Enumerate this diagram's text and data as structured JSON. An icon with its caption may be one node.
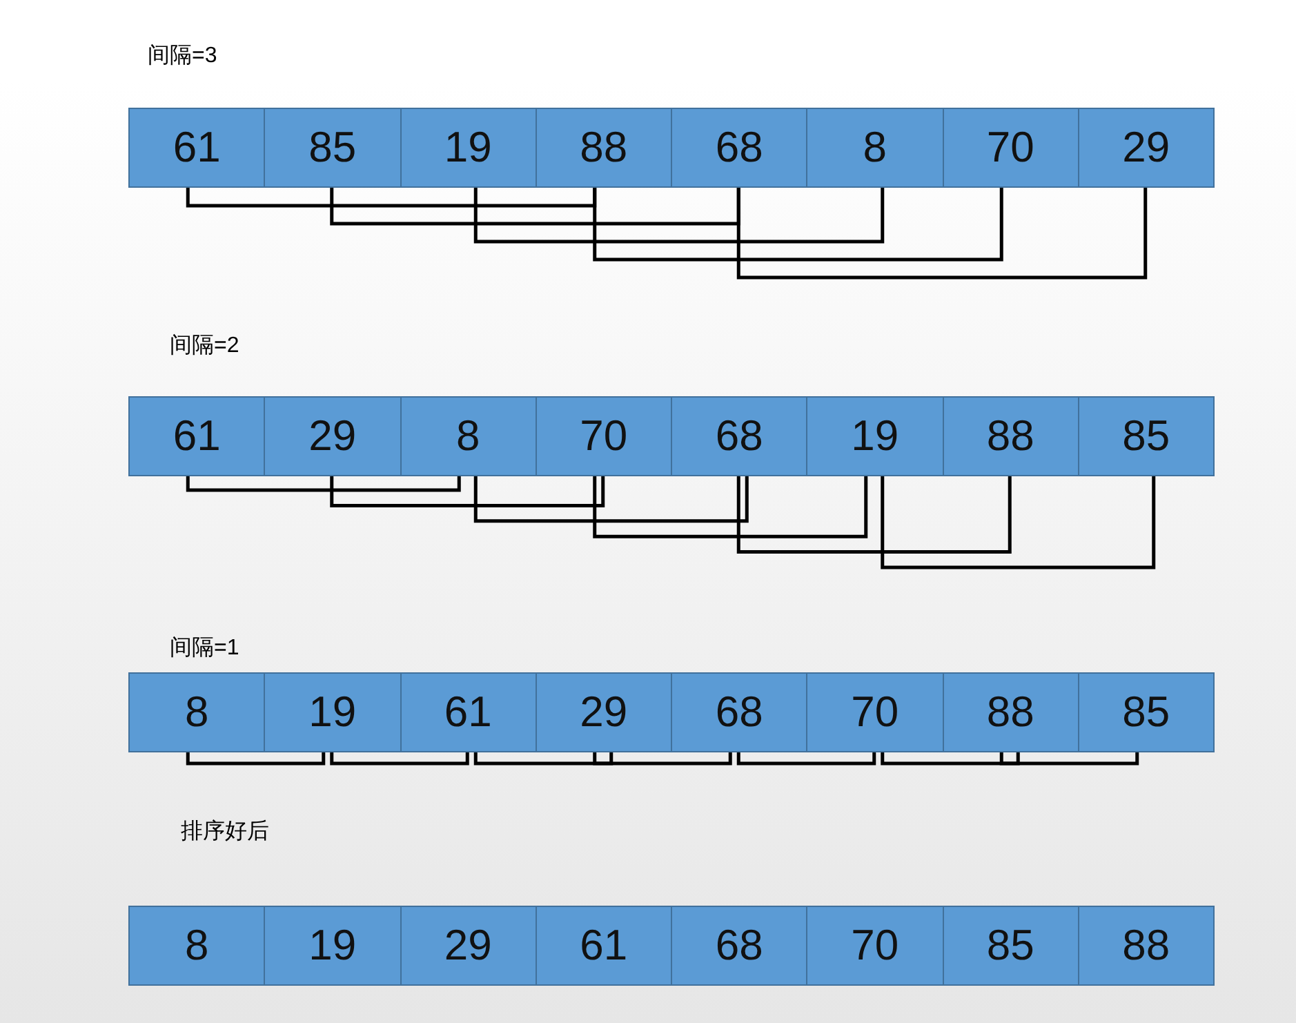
{
  "diagram": {
    "nodes": [
      {
        "text": [
          "61"
        ]
      },
      {
        "text": [
          "85"
        ]
      },
      {
        "text": [
          "19"
        ]
      },
      {
        "text": [
          "88"
        ]
      },
      {
        "text": [
          "68"
        ]
      },
      {
        "text": [
          "8"
        ]
      },
      {
        "text": [
          "70"
        ]
      },
      {
        "text": [
          "29"
        ]
      },
      {
        "text": [
          "61"
        ]
      },
      {
        "text": [
          "29"
        ]
      },
      {
        "text": [
          "8"
        ]
      },
      {
        "text": [
          "70"
        ]
      },
      {
        "text": [
          "68"
        ]
      },
      {
        "text": [
          "19"
        ]
      },
      {
        "text": [
          "88"
        ]
      },
      {
        "text": [
          "85"
        ]
      },
      {
        "text": [
          "8"
        ]
      },
      {
        "text": [
          "19"
        ]
      },
      {
        "text": [
          "61"
        ]
      },
      {
        "text": [
          "29"
        ]
      },
      {
        "text": [
          "68"
        ]
      },
      {
        "text": [
          "70"
        ]
      },
      {
        "text": [
          "88"
        ]
      },
      {
        "text": [
          "85"
        ]
      },
      {
        "text": [
          "8"
        ]
      },
      {
        "text": [
          "19"
        ]
      },
      {
        "text": [
          "29"
        ]
      },
      {
        "text": [
          "61"
        ]
      },
      {
        "text": [
          "68"
        ]
      },
      {
        "text": [
          "70"
        ]
      },
      {
        "text": [
          "85"
        ]
      },
      {
        "text": [
          "88"
        ]
      }
    ],
    "edges": [
      {
        "from": 0,
        "to": 3,
        "arrow": "none"
      },
      {
        "from": 1,
        "to": 4,
        "arrow": "none"
      },
      {
        "from": 2,
        "to": 5,
        "arrow": "none"
      },
      {
        "from": 3,
        "to": 6,
        "arrow": "none"
      },
      {
        "from": 4,
        "to": 7,
        "arrow": "none"
      },
      {
        "from": 8,
        "to": 10,
        "arrow": "none"
      },
      {
        "from": 9,
        "to": 11,
        "arrow": "none"
      },
      {
        "from": 10,
        "to": 12,
        "arrow": "none"
      },
      {
        "from": 11,
        "to": 13,
        "arrow": "none"
      },
      {
        "from": 12,
        "to": 14,
        "arrow": "none"
      },
      {
        "from": 13,
        "to": 15,
        "arrow": "none"
      },
      {
        "from": 16,
        "to": 17,
        "arrow": "none"
      },
      {
        "from": 17,
        "to": 18,
        "arrow": "none"
      },
      {
        "from": 18,
        "to": 19,
        "arrow": "none"
      },
      {
        "from": 19,
        "to": 20,
        "arrow": "none"
      },
      {
        "from": 20,
        "to": 21,
        "arrow": "none"
      },
      {
        "from": 21,
        "to": 22,
        "arrow": "none"
      },
      {
        "from": 22,
        "to": 23,
        "arrow": "none"
      }
    ],
    "labels": [
      "间隔=3",
      "间隔=2",
      "间隔=1",
      "排序好后"
    ]
  }
}
